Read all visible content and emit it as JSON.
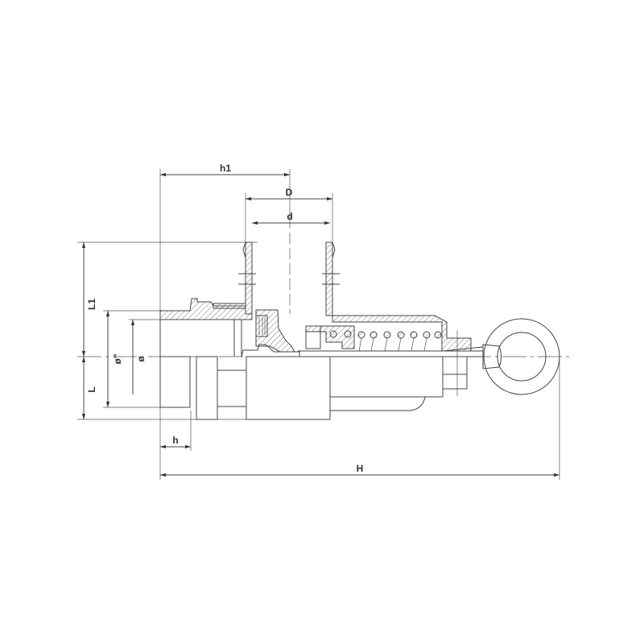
{
  "drawing": {
    "dimensions": {
      "h1": "h1",
      "D": "D",
      "d": "d",
      "L1": "L1",
      "L": "L",
      "outer_diameter": "ø\"",
      "inner_diameter": "ø",
      "h": "h",
      "H": "H"
    },
    "line_color": "#444444"
  }
}
